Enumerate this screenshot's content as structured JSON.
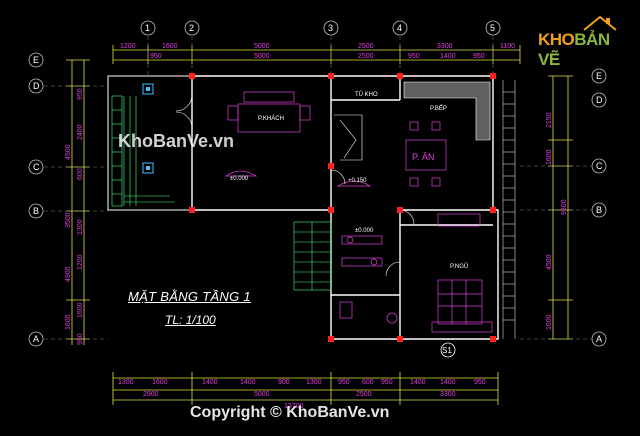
{
  "drawing": {
    "title": "MẶT BẰNG TẦNG 1",
    "scale": "TL: 1/100",
    "section_mark": "S1"
  },
  "grid_axes": {
    "columns": [
      "1",
      "2",
      "3",
      "4",
      "5"
    ],
    "rows_left": [
      "E",
      "D",
      "C",
      "B",
      "A"
    ],
    "rows_right": [
      "E",
      "D",
      "C",
      "B",
      "A"
    ]
  },
  "dimensions": {
    "top_row1": [
      "1200",
      "1600",
      "5000",
      "2500",
      "3300",
      "1100"
    ],
    "top_row2": [
      "950",
      "5000",
      "2500",
      "950",
      "1400",
      "950"
    ],
    "bottom_row1": [
      "1300",
      "1600",
      "1400",
      "1400",
      "900",
      "1300",
      "950",
      "600",
      "950",
      "1400",
      "1400",
      "950"
    ],
    "bottom_row2": [
      "2900",
      "5000",
      "2500",
      "3300"
    ],
    "bottom_total": "13700",
    "left_outer": [
      "4500",
      "3500",
      "4900",
      "1600"
    ],
    "left_inner": [
      "950",
      "2400",
      "600",
      "1300",
      "1200",
      "1600",
      "950"
    ],
    "right_outer": [
      "2150",
      "1600",
      "4500",
      "1600"
    ],
    "right_inner": [
      "9300"
    ]
  },
  "rooms": {
    "living": "P.KHÁCH",
    "storage": "TỦ KHO",
    "kitchen": "P.BẾP",
    "dining": "P. ĂN",
    "bedroom": "P.NGỦ"
  },
  "levels": {
    "living": "±0.000",
    "hall": "+0.150",
    "wc": "±0.000"
  },
  "watermarks": {
    "center": "KhoBanVe.vn",
    "copyright": "Copyright © KhoBanVe.vn"
  },
  "logo": {
    "part1": "KHO",
    "part2": "BẢN VẼ"
  },
  "colors": {
    "background": "#000000",
    "wall": "#ffffff",
    "dimension_text": "#e040e0",
    "dimension_line": "#e0e040",
    "column": "#ff2020",
    "grid_line": "#c0c0c0",
    "furniture": "#e040e0",
    "stair": "#40ff80",
    "logo_orange": "#f0a020",
    "logo_green": "#8ab83a"
  }
}
